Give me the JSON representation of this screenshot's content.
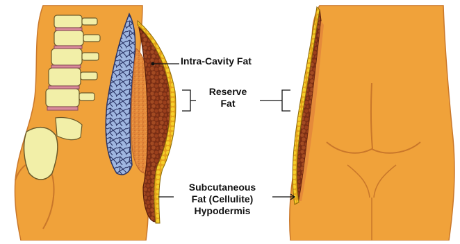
{
  "labels": {
    "intra_cavity": "Intra-Cavity Fat",
    "reserve_line1": "Reserve",
    "reserve_line2": "Fat",
    "subcutaneous_line1": "Subcutaneous",
    "subcutaneous_line2": "Fat (Cellulite)",
    "subcutaneous_line3": "Hypodermis"
  },
  "colors": {
    "skin": "#F0A23A",
    "skin_shade": "#D9862A",
    "spine_bone": "#F2EFA8",
    "spine_disc": "#D98A9A",
    "blue_fat": "#9FB6E0",
    "reserve_fat": "#8B3A1C",
    "reserve_fat_lobule": "#A34A22",
    "subcutaneous_fat": "#F2C21A",
    "orange_fill": "#E58A3A",
    "leader_line": "#111111",
    "background": "#FFFFFF"
  },
  "icons": {
    "left_figure": "side-view-torso-cross-section",
    "right_figure": "back-view-torso-cross-section"
  }
}
